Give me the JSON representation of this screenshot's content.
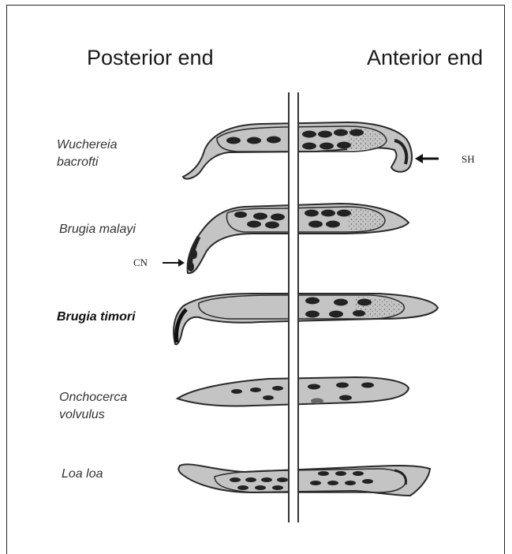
{
  "headings": {
    "posterior": "Posterior end",
    "anterior": "Anterior end"
  },
  "species": [
    {
      "line1": "Wuchereia",
      "line2": "bacrofti"
    },
    {
      "line1": "Brugia malayi",
      "line2": ""
    },
    {
      "line1": "Brugia timori",
      "line2": ""
    },
    {
      "line1": "Onchocerca",
      "line2": "volvulus"
    },
    {
      "line1": "Loa loa",
      "line2": ""
    }
  ],
  "annotations": {
    "sheath": "SH",
    "caudal_nuclei": "CN"
  },
  "colors": {
    "body_fill": "#c4c4c4",
    "body_outline": "#2a2a2a",
    "nucleus": "#222222",
    "divider": "#333333"
  }
}
